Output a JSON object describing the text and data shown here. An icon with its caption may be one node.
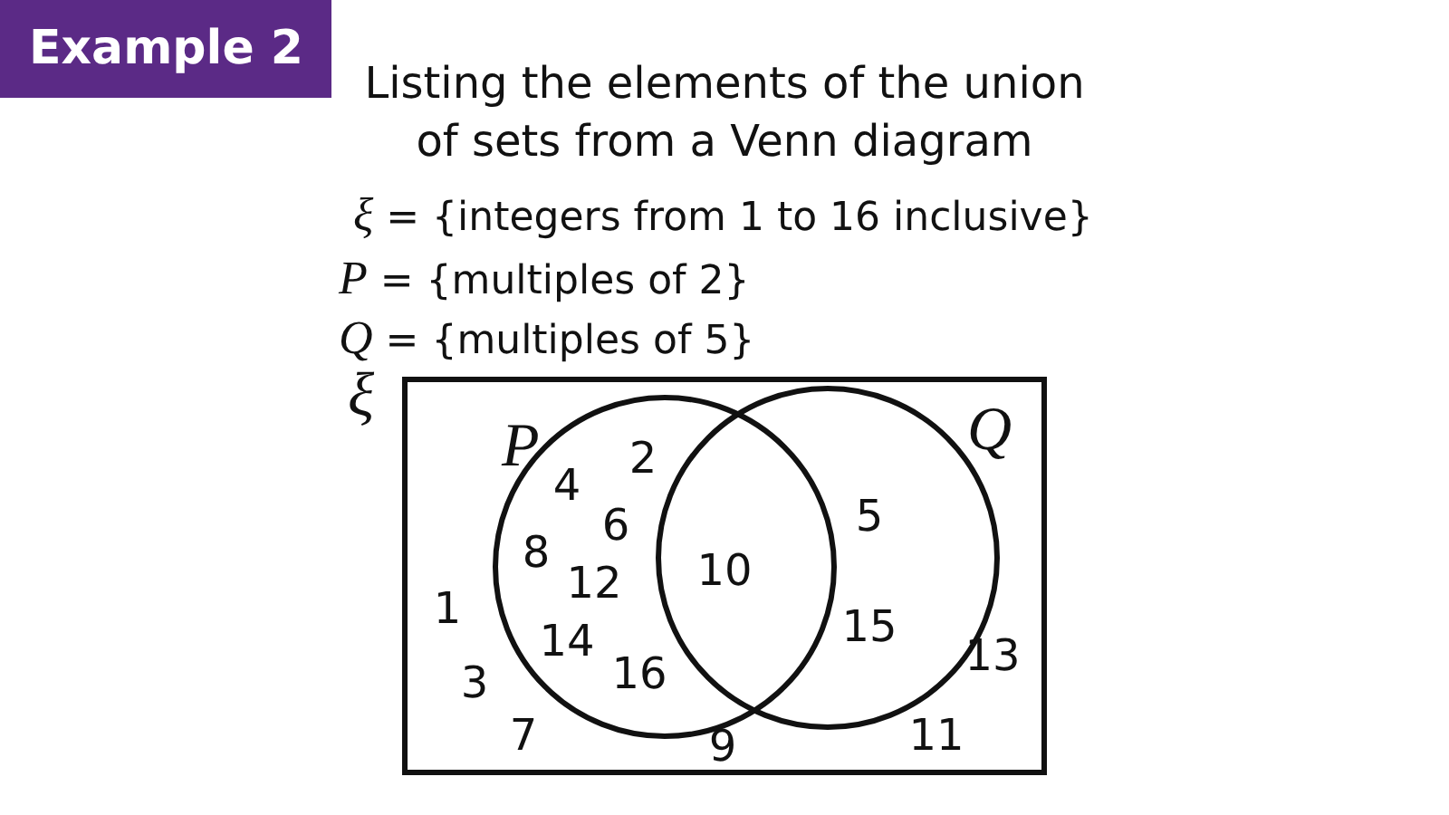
{
  "diagram": {
    "title": "Listing the elements of the union of sets from a Venn diagram",
    "nodes": [
      {
        "text": [
          "ξ"
        ]
      },
      {
        "text": [
          "P"
        ],
        "in": 0
      },
      {
        "text": [
          "Q"
        ],
        "in": 0
      }
    ],
    "labels": [
      "Example 2",
      "*ξ* = {integers from 1 to 16 inclusive}",
      "*P* = {multiples of 2}",
      "*Q* = {multiples of 5}",
      "2",
      "4",
      "5",
      "6",
      "8",
      "10",
      "12",
      "1",
      "15",
      "14",
      "13",
      "16",
      "3",
      "7",
      "9",
      "11"
    ]
  }
}
